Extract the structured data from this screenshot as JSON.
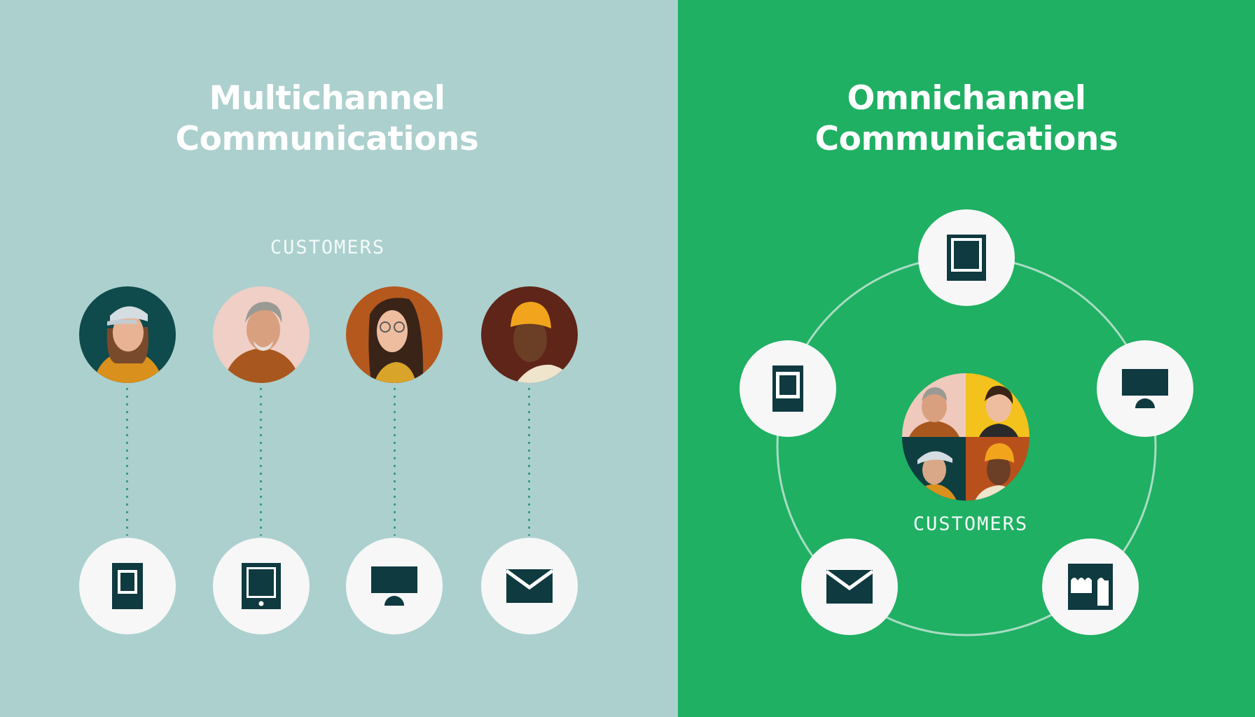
{
  "left_panel": {
    "title_line1": "Multichannel",
    "title_line2": "Communications",
    "customers_label": "CUSTOMERS",
    "background": "#acd0ce",
    "connector_color": "#2f9c70",
    "customers": [
      {
        "name": "customer-woman-cap",
        "bg": "#0f4a4c",
        "shirt": "#d9901c",
        "skin": "#e8b394",
        "hair": "#7a4a2c",
        "hat": "#d4dde2"
      },
      {
        "name": "customer-older-man",
        "bg": "#f0cfc6",
        "shirt": "#a8581e",
        "skin": "#d9a07f",
        "hair": "#9a9a94",
        "hat": ""
      },
      {
        "name": "customer-woman-glasses",
        "bg": "#b5581e",
        "shirt": "#d9a42a",
        "skin": "#eebda0",
        "hair": "#3a2418",
        "hat": ""
      },
      {
        "name": "customer-man-beanie",
        "bg": "#5e2518",
        "shirt": "#efe4cc",
        "skin": "#6b3e26",
        "hair": "#2a1a12",
        "hat": "#f2a51c"
      }
    ],
    "channels": [
      {
        "name": "mobile-icon",
        "label": "Mobile"
      },
      {
        "name": "tablet-icon",
        "label": "Tablet"
      },
      {
        "name": "desktop-icon",
        "label": "Desktop"
      },
      {
        "name": "email-icon",
        "label": "Email"
      }
    ]
  },
  "right_panel": {
    "title_line1": "Omnichannel",
    "title_line2": "Communications",
    "customers_label": "CUSTOMERS",
    "background": "#1fb063",
    "ring_color": "#a9dcc3",
    "channels": [
      {
        "name": "tablet-icon",
        "label": "Tablet",
        "position": "top"
      },
      {
        "name": "mobile-icon",
        "label": "Mobile",
        "position": "left"
      },
      {
        "name": "desktop-icon",
        "label": "Desktop",
        "position": "right"
      },
      {
        "name": "email-icon",
        "label": "Email",
        "position": "bottom-left"
      },
      {
        "name": "storefront-icon",
        "label": "Store",
        "position": "bottom-right"
      }
    ]
  },
  "colors": {
    "icon_dark": "#0e3a40",
    "circle_fill": "#f7f7f7",
    "text_white": "#ffffff"
  }
}
